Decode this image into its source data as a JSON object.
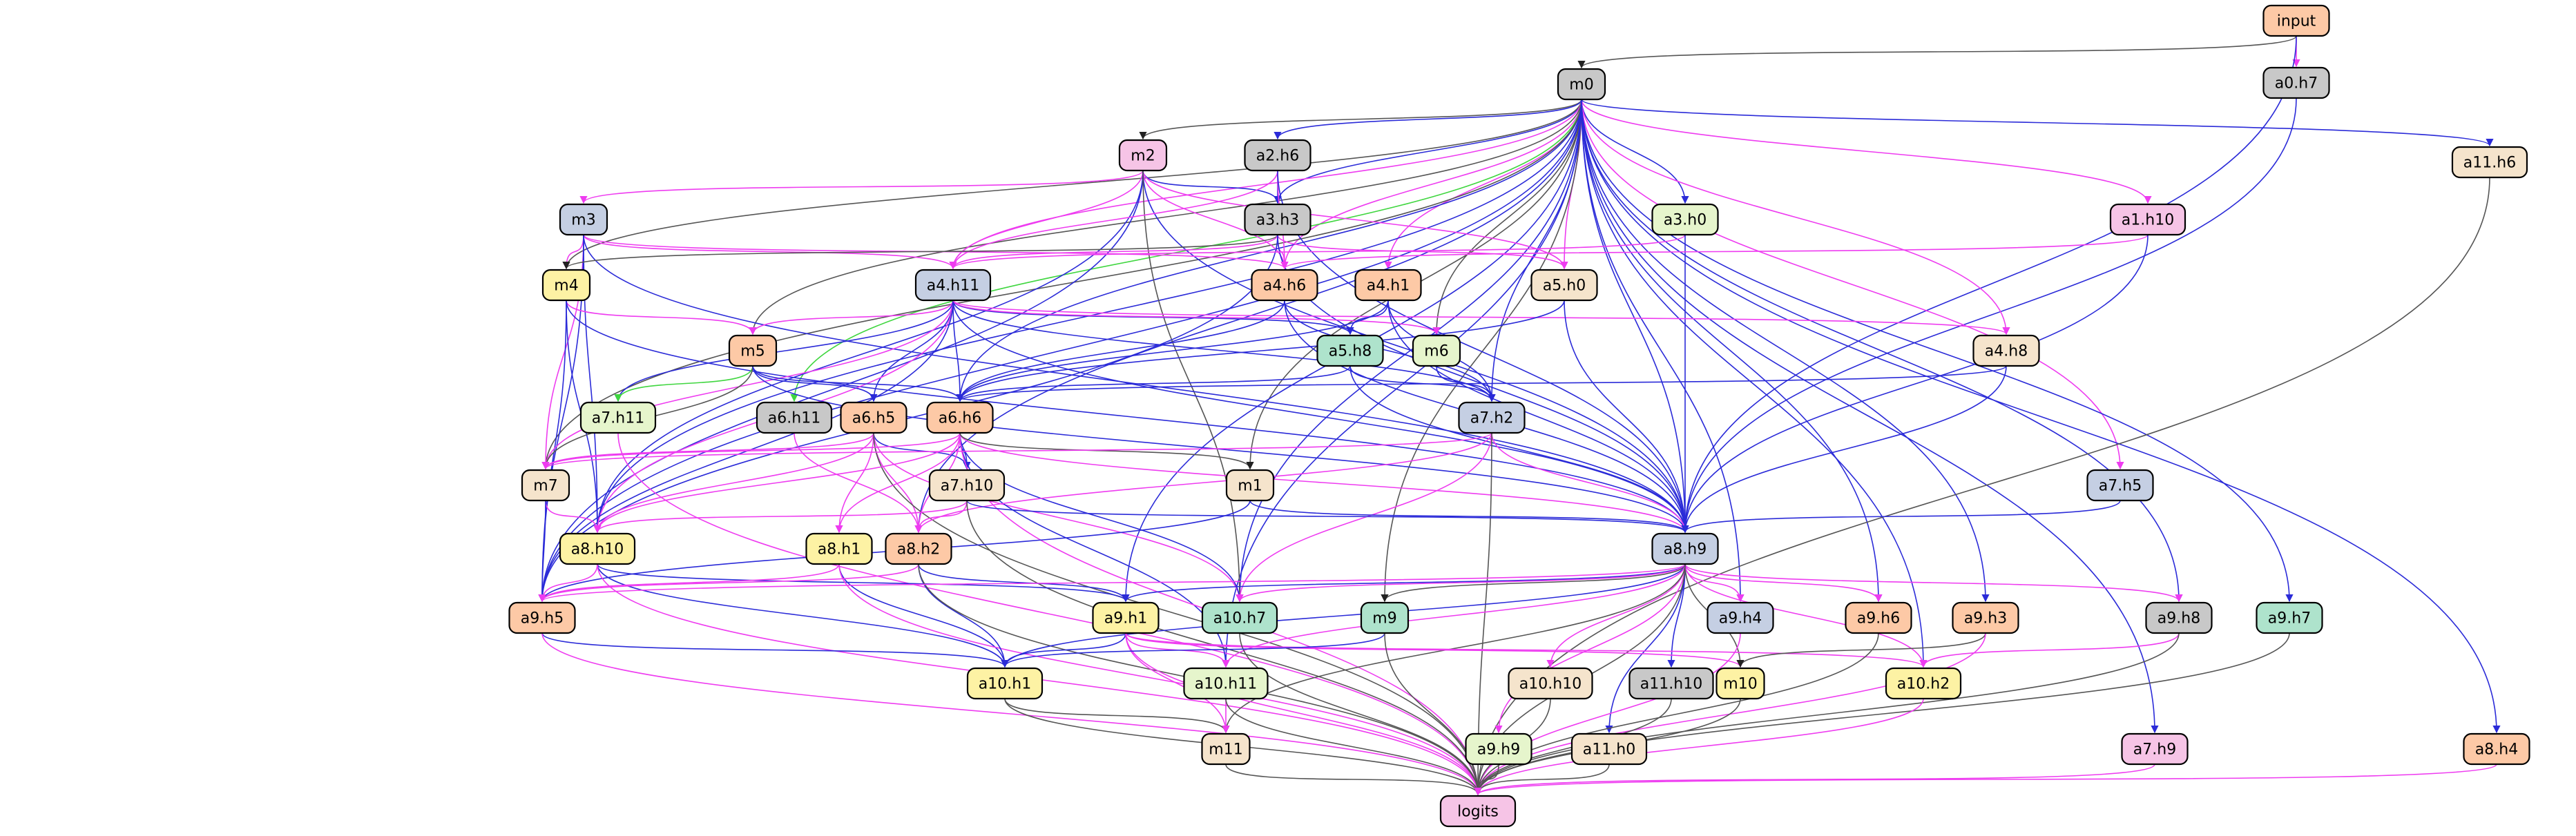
{
  "colors": {
    "edge_blue": "#2b2bd8",
    "edge_magenta": "#ee3cf0",
    "edge_black": "#555555",
    "edge_green": "#3fd63f",
    "node_fills": {
      "grey": "#c8c8c8",
      "slate": "#c5cfe3",
      "pink": "#f6c4e6",
      "peach": "#fdc9a6",
      "yellow": "#fdf2a4",
      "beige": "#f5e4cc",
      "mint": "#aee3cc",
      "lime": "#e6f5cc"
    }
  },
  "nodes": [
    {
      "id": "input",
      "label": "input",
      "fill": "peach"
    },
    {
      "id": "a0h7",
      "label": "a0.h7",
      "fill": "grey"
    },
    {
      "id": "m0",
      "label": "m0",
      "fill": "grey"
    },
    {
      "id": "m2",
      "label": "m2",
      "fill": "pink"
    },
    {
      "id": "a2h6",
      "label": "a2.h6",
      "fill": "grey"
    },
    {
      "id": "m3",
      "label": "m3",
      "fill": "slate"
    },
    {
      "id": "a3h3",
      "label": "a3.h3",
      "fill": "grey"
    },
    {
      "id": "a3h0",
      "label": "a3.h0",
      "fill": "lime"
    },
    {
      "id": "a1h10",
      "label": "a1.h10",
      "fill": "pink"
    },
    {
      "id": "a11h6",
      "label": "a11.h6",
      "fill": "beige"
    },
    {
      "id": "m4",
      "label": "m4",
      "fill": "yellow"
    },
    {
      "id": "a4h11",
      "label": "a4.h11",
      "fill": "slate"
    },
    {
      "id": "a4h6",
      "label": "a4.h6",
      "fill": "peach"
    },
    {
      "id": "a4h1",
      "label": "a4.h1",
      "fill": "peach"
    },
    {
      "id": "a5h0",
      "label": "a5.h0",
      "fill": "beige"
    },
    {
      "id": "m5",
      "label": "m5",
      "fill": "peach"
    },
    {
      "id": "a5h8",
      "label": "a5.h8",
      "fill": "mint"
    },
    {
      "id": "m6",
      "label": "m6",
      "fill": "lime"
    },
    {
      "id": "a4h8",
      "label": "a4.h8",
      "fill": "beige"
    },
    {
      "id": "a7h11",
      "label": "a7.h11",
      "fill": "lime"
    },
    {
      "id": "a6h11",
      "label": "a6.h11",
      "fill": "grey"
    },
    {
      "id": "a6h5",
      "label": "a6.h5",
      "fill": "peach"
    },
    {
      "id": "a6h6",
      "label": "a6.h6",
      "fill": "peach"
    },
    {
      "id": "a7h2",
      "label": "a7.h2",
      "fill": "slate"
    },
    {
      "id": "m7",
      "label": "m7",
      "fill": "beige"
    },
    {
      "id": "a7h10",
      "label": "a7.h10",
      "fill": "beige"
    },
    {
      "id": "m1",
      "label": "m1",
      "fill": "beige"
    },
    {
      "id": "a7h5",
      "label": "a7.h5",
      "fill": "slate"
    },
    {
      "id": "a8h10",
      "label": "a8.h10",
      "fill": "yellow"
    },
    {
      "id": "a8h1",
      "label": "a8.h1",
      "fill": "yellow"
    },
    {
      "id": "a8h2",
      "label": "a8.h2",
      "fill": "peach"
    },
    {
      "id": "a8h9",
      "label": "a8.h9",
      "fill": "slate"
    },
    {
      "id": "a9h5",
      "label": "a9.h5",
      "fill": "peach"
    },
    {
      "id": "a9h1",
      "label": "a9.h1",
      "fill": "yellow"
    },
    {
      "id": "a10h7",
      "label": "a10.h7",
      "fill": "mint"
    },
    {
      "id": "m9",
      "label": "m9",
      "fill": "mint"
    },
    {
      "id": "a9h4",
      "label": "a9.h4",
      "fill": "slate"
    },
    {
      "id": "a9h6",
      "label": "a9.h6",
      "fill": "peach"
    },
    {
      "id": "a9h3",
      "label": "a9.h3",
      "fill": "peach"
    },
    {
      "id": "a9h8",
      "label": "a9.h8",
      "fill": "grey"
    },
    {
      "id": "a9h7",
      "label": "a9.h7",
      "fill": "mint"
    },
    {
      "id": "a10h1",
      "label": "a10.h1",
      "fill": "yellow"
    },
    {
      "id": "a10h11",
      "label": "a10.h11",
      "fill": "lime"
    },
    {
      "id": "a10h10",
      "label": "a10.h10",
      "fill": "beige"
    },
    {
      "id": "a11h10",
      "label": "a11.h10",
      "fill": "grey"
    },
    {
      "id": "m10",
      "label": "m10",
      "fill": "yellow"
    },
    {
      "id": "a10h2",
      "label": "a10.h2",
      "fill": "yellow"
    },
    {
      "id": "a9h9",
      "label": "a9.h9",
      "fill": "lime"
    },
    {
      "id": "a11h0",
      "label": "a11.h0",
      "fill": "beige"
    },
    {
      "id": "m11",
      "label": "m11",
      "fill": "beige"
    },
    {
      "id": "a7h9",
      "label": "a7.h9",
      "fill": "pink"
    },
    {
      "id": "a8h4",
      "label": "a8.h4",
      "fill": "peach"
    },
    {
      "id": "logits",
      "label": "logits",
      "fill": "pink"
    }
  ],
  "edges": [
    [
      "input",
      "a0h7",
      "m"
    ],
    [
      "input",
      "m0",
      "k"
    ],
    [
      "input",
      "a8h9",
      "b"
    ],
    [
      "a0h7",
      "a8h9",
      "b"
    ],
    [
      "m0",
      "m2",
      "k"
    ],
    [
      "m0",
      "a2h6",
      "b"
    ],
    [
      "m0",
      "a3h3",
      "b"
    ],
    [
      "m0",
      "a3h0",
      "b"
    ],
    [
      "m0",
      "a1h10",
      "m"
    ],
    [
      "m0",
      "a11h6",
      "b"
    ],
    [
      "m0",
      "m4",
      "k"
    ],
    [
      "m0",
      "a4h11",
      "m"
    ],
    [
      "m0",
      "a4h6",
      "m"
    ],
    [
      "m0",
      "a4h1",
      "m"
    ],
    [
      "m0",
      "a5h0",
      "m"
    ],
    [
      "m0",
      "m5",
      "k"
    ],
    [
      "m0",
      "m6",
      "k"
    ],
    [
      "m0",
      "a4h8",
      "m"
    ],
    [
      "m0",
      "a6h11",
      "g"
    ],
    [
      "m0",
      "a6h6",
      "b"
    ],
    [
      "m0",
      "a7h2",
      "b"
    ],
    [
      "m0",
      "m7",
      "k"
    ],
    [
      "m0",
      "m1",
      "k"
    ],
    [
      "m0",
      "a7h5",
      "m"
    ],
    [
      "m0",
      "a8h10",
      "b"
    ],
    [
      "m0",
      "a8h2",
      "b"
    ],
    [
      "m0",
      "a8h9",
      "b"
    ],
    [
      "m0",
      "a9h5",
      "b"
    ],
    [
      "m0",
      "a10h7",
      "b"
    ],
    [
      "m0",
      "m9",
      "k"
    ],
    [
      "m0",
      "a9h4",
      "b"
    ],
    [
      "m0",
      "a9h6",
      "b"
    ],
    [
      "m0",
      "a9h3",
      "b"
    ],
    [
      "m0",
      "a9h8",
      "b"
    ],
    [
      "m0",
      "a9h7",
      "b"
    ],
    [
      "m0",
      "a10h2",
      "b"
    ],
    [
      "m0",
      "a7h9",
      "b"
    ],
    [
      "m0",
      "a8h4",
      "b"
    ],
    [
      "m0",
      "a9h1",
      "b"
    ],
    [
      "m0",
      "a10h11",
      "b"
    ],
    [
      "m2",
      "m3",
      "m"
    ],
    [
      "m2",
      "a3h3",
      "b"
    ],
    [
      "m2",
      "a4h11",
      "m"
    ],
    [
      "m2",
      "a4h6",
      "m"
    ],
    [
      "m2",
      "a5h0",
      "m"
    ],
    [
      "m2",
      "a8h10",
      "b"
    ],
    [
      "m2",
      "a9h5",
      "b"
    ],
    [
      "m2",
      "a8h9",
      "b"
    ],
    [
      "m2",
      "a10h7",
      "k"
    ],
    [
      "a2h6",
      "a3h3",
      "b"
    ],
    [
      "a2h6",
      "a4h6",
      "m"
    ],
    [
      "a2h6",
      "a4h11",
      "m"
    ],
    [
      "a2h6",
      "a8h9",
      "b"
    ],
    [
      "m3",
      "m4",
      "m"
    ],
    [
      "m3",
      "a4h11",
      "m"
    ],
    [
      "m3",
      "a4h6",
      "m"
    ],
    [
      "m3",
      "m7",
      "m"
    ],
    [
      "m3",
      "a8h10",
      "b"
    ],
    [
      "m3",
      "a9h5",
      "b"
    ],
    [
      "m3",
      "a8h9",
      "b"
    ],
    [
      "a3h3",
      "m4",
      "k"
    ],
    [
      "a3h3",
      "a4h11",
      "m"
    ],
    [
      "a3h3",
      "a4h6",
      "m"
    ],
    [
      "a3h3",
      "a5h0",
      "m"
    ],
    [
      "a3h3",
      "a9h5",
      "b"
    ],
    [
      "a3h3",
      "a8h9",
      "b"
    ],
    [
      "a3h0",
      "a4h11",
      "m"
    ],
    [
      "a3h0",
      "a8h9",
      "b"
    ],
    [
      "a1h10",
      "a4h6",
      "m"
    ],
    [
      "a1h10",
      "a8h9",
      "b"
    ],
    [
      "a11h6",
      "logits",
      "k"
    ],
    [
      "m4",
      "m5",
      "m"
    ],
    [
      "m4",
      "a8h10",
      "b"
    ],
    [
      "m4",
      "a9h5",
      "b"
    ],
    [
      "m4",
      "a8h9",
      "b"
    ],
    [
      "a4h11",
      "m5",
      "m"
    ],
    [
      "a4h11",
      "a5h8",
      "b"
    ],
    [
      "a4h11",
      "m6",
      "m"
    ],
    [
      "a4h11",
      "a7h11",
      "b"
    ],
    [
      "a4h11",
      "a6h5",
      "b"
    ],
    [
      "a4h11",
      "a6h6",
      "b"
    ],
    [
      "a4h11",
      "a7h2",
      "b"
    ],
    [
      "a4h11",
      "m7",
      "m"
    ],
    [
      "a4h11",
      "a8h10",
      "m"
    ],
    [
      "a4h11",
      "a9h5",
      "b"
    ],
    [
      "a4h11",
      "a8h9",
      "b"
    ],
    [
      "a4h11",
      "a4h8",
      "m"
    ],
    [
      "a4h6",
      "a6h6",
      "b"
    ],
    [
      "a4h6",
      "a7h2",
      "b"
    ],
    [
      "a4h6",
      "a8h9",
      "b"
    ],
    [
      "a4h1",
      "a5h8",
      "b"
    ],
    [
      "a4h1",
      "a6h6",
      "b"
    ],
    [
      "a4h1",
      "a7h2",
      "b"
    ],
    [
      "a4h1",
      "a8h9",
      "b"
    ],
    [
      "a5h0",
      "a6h6",
      "b"
    ],
    [
      "a5h0",
      "a8h9",
      "b"
    ],
    [
      "m5",
      "a7h11",
      "g"
    ],
    [
      "m5",
      "a6h5",
      "b"
    ],
    [
      "m5",
      "a6h6",
      "b"
    ],
    [
      "m5",
      "m7",
      "k"
    ],
    [
      "m5",
      "a8h9",
      "b"
    ],
    [
      "a5h8",
      "a6h6",
      "b"
    ],
    [
      "a5h8",
      "a7h2",
      "b"
    ],
    [
      "a5h8",
      "a8h9",
      "b"
    ],
    [
      "m6",
      "a7h2",
      "b"
    ],
    [
      "a4h8",
      "a6h6",
      "b"
    ],
    [
      "a4h8",
      "a8h9",
      "b"
    ],
    [
      "a7h11",
      "logits",
      "m"
    ],
    [
      "a6h11",
      "a8h2",
      "m"
    ],
    [
      "a6h5",
      "m7",
      "m"
    ],
    [
      "a6h5",
      "a7h10",
      "b"
    ],
    [
      "a6h5",
      "a8h10",
      "m"
    ],
    [
      "a6h5",
      "a8h1",
      "m"
    ],
    [
      "a6h5",
      "a8h2",
      "m"
    ],
    [
      "a6h5",
      "a10h7",
      "m"
    ],
    [
      "a6h5",
      "logits",
      "k"
    ],
    [
      "a6h6",
      "m7",
      "m"
    ],
    [
      "a6h6",
      "a7h10",
      "b"
    ],
    [
      "a6h6",
      "a8h10",
      "m"
    ],
    [
      "a6h6",
      "a8h1",
      "m"
    ],
    [
      "a6h6",
      "a8h2",
      "m"
    ],
    [
      "a6h6",
      "a8h9",
      "m"
    ],
    [
      "a6h6",
      "a10h7",
      "b"
    ],
    [
      "a6h6",
      "a10h11",
      "b"
    ],
    [
      "a6h6",
      "logits",
      "m"
    ],
    [
      "a6h6",
      "m1",
      "k"
    ],
    [
      "a7h2",
      "m7",
      "m"
    ],
    [
      "a7h2",
      "a8h2",
      "m"
    ],
    [
      "a7h2",
      "a8h9",
      "m"
    ],
    [
      "a7h2",
      "a10h7",
      "m"
    ],
    [
      "a7h2",
      "logits",
      "k"
    ],
    [
      "m7",
      "a8h10",
      "m"
    ],
    [
      "m7",
      "a9h5",
      "b"
    ],
    [
      "a7h10",
      "a8h10",
      "m"
    ],
    [
      "a7h10",
      "a8h2",
      "m"
    ],
    [
      "a7h10",
      "a8h9",
      "b"
    ],
    [
      "a7h10",
      "logits",
      "k"
    ],
    [
      "m1",
      "a8h9",
      "b"
    ],
    [
      "m1",
      "a9h5",
      "b"
    ],
    [
      "a7h5",
      "a8h9",
      "b"
    ],
    [
      "a8h10",
      "a9h5",
      "m"
    ],
    [
      "a8h10",
      "a9h1",
      "b"
    ],
    [
      "a8h10",
      "a10h1",
      "b"
    ],
    [
      "a8h10",
      "logits",
      "m"
    ],
    [
      "a8h1",
      "a9h5",
      "m"
    ],
    [
      "a8h1",
      "a10h1",
      "b"
    ],
    [
      "a8h1",
      "logits",
      "m"
    ],
    [
      "a8h2",
      "a9h5",
      "m"
    ],
    [
      "a8h2",
      "a9h1",
      "b"
    ],
    [
      "a8h2",
      "a10h1",
      "b"
    ],
    [
      "a8h2",
      "logits",
      "k"
    ],
    [
      "a8h9",
      "a9h1",
      "b"
    ],
    [
      "a8h9",
      "a10h7",
      "m"
    ],
    [
      "a8h9",
      "m9",
      "k"
    ],
    [
      "a8h9",
      "a9h4",
      "m"
    ],
    [
      "a8h9",
      "a9h6",
      "m"
    ],
    [
      "a8h9",
      "a9h8",
      "m"
    ],
    [
      "a8h9",
      "a9h5",
      "m"
    ],
    [
      "a8h9",
      "a10h1",
      "b"
    ],
    [
      "a8h9",
      "a10h11",
      "m"
    ],
    [
      "a8h9",
      "a10h10",
      "m"
    ],
    [
      "a8h9",
      "a11h10",
      "b"
    ],
    [
      "a8h9",
      "m10",
      "k"
    ],
    [
      "a8h9",
      "a10h2",
      "m"
    ],
    [
      "a8h9",
      "a9h9",
      "m"
    ],
    [
      "a8h9",
      "a11h0",
      "b"
    ],
    [
      "a8h9",
      "m11",
      "k"
    ],
    [
      "a8h9",
      "logits",
      "k"
    ],
    [
      "a9h5",
      "a10h1",
      "b"
    ],
    [
      "a9h5",
      "logits",
      "m"
    ],
    [
      "a9h1",
      "a10h1",
      "b"
    ],
    [
      "a9h1",
      "a10h11",
      "m"
    ],
    [
      "a9h1",
      "m10",
      "m"
    ],
    [
      "a9h1",
      "a10h2",
      "m"
    ],
    [
      "a9h1",
      "m11",
      "m"
    ],
    [
      "a9h1",
      "logits",
      "m"
    ],
    [
      "a10h7",
      "logits",
      "k"
    ],
    [
      "m9",
      "a10h1",
      "b"
    ],
    [
      "m9",
      "logits",
      "k"
    ],
    [
      "a9h4",
      "logits",
      "m"
    ],
    [
      "a9h6",
      "logits",
      "k"
    ],
    [
      "a9h3",
      "m10",
      "k"
    ],
    [
      "a9h3",
      "logits",
      "m"
    ],
    [
      "a9h8",
      "a10h2",
      "m"
    ],
    [
      "a9h8",
      "logits",
      "k"
    ],
    [
      "a9h7",
      "logits",
      "k"
    ],
    [
      "a10h1",
      "m11",
      "k"
    ],
    [
      "a10h1",
      "logits",
      "k"
    ],
    [
      "a10h11",
      "m11",
      "m"
    ],
    [
      "a10h11",
      "logits",
      "k"
    ],
    [
      "a10h10",
      "logits",
      "k"
    ],
    [
      "a11h10",
      "logits",
      "k"
    ],
    [
      "m10",
      "logits",
      "k"
    ],
    [
      "a10h2",
      "logits",
      "m"
    ],
    [
      "a9h9",
      "logits",
      "k"
    ],
    [
      "a11h0",
      "logits",
      "k"
    ],
    [
      "m11",
      "logits",
      "k"
    ],
    [
      "a7h9",
      "logits",
      "m"
    ],
    [
      "a8h4",
      "logits",
      "m"
    ]
  ]
}
